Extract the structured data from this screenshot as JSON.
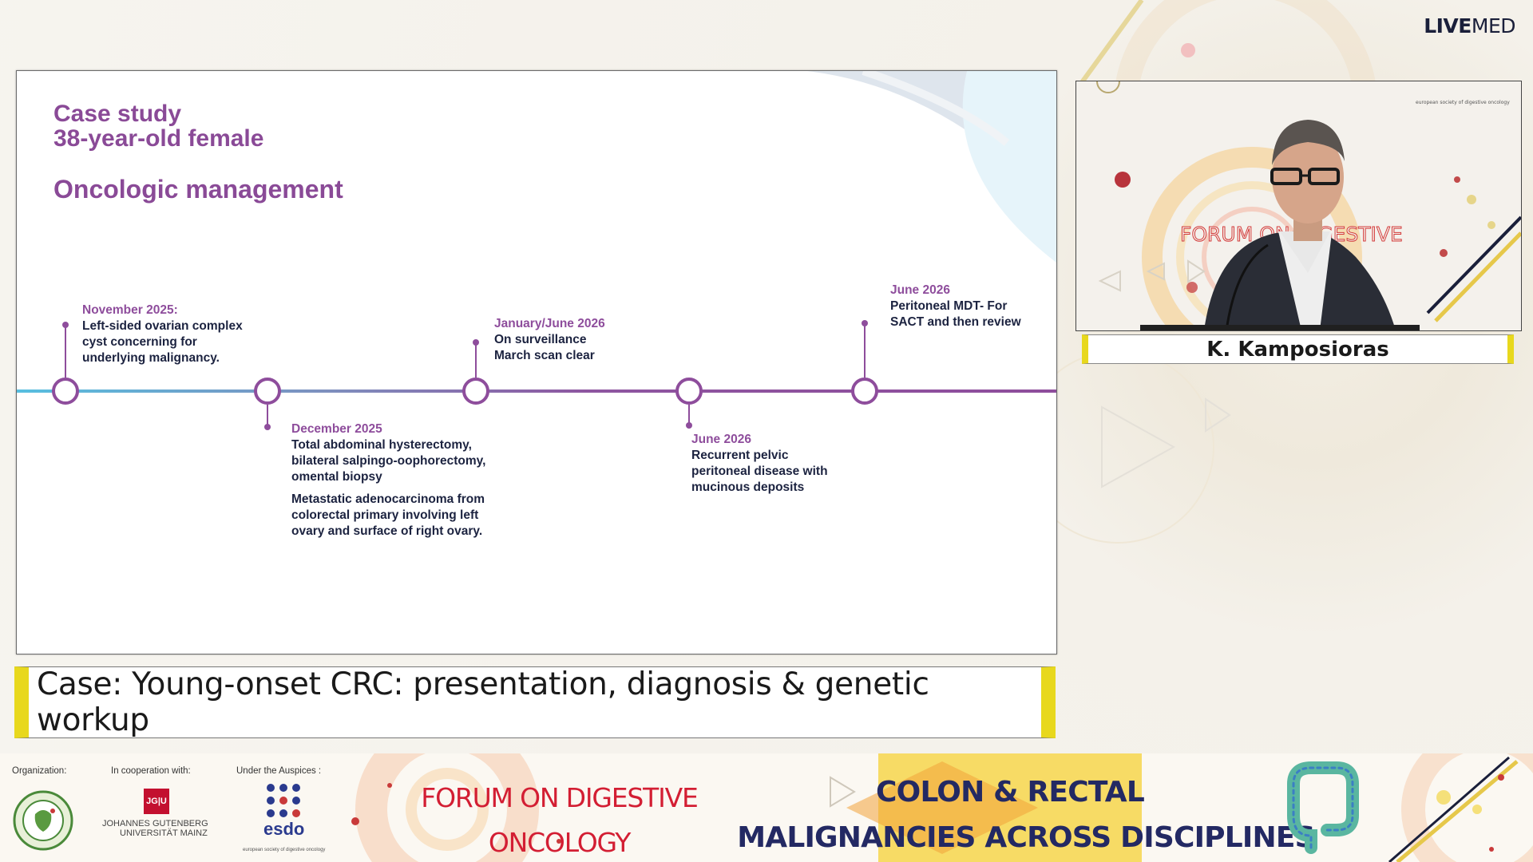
{
  "brand": {
    "bold": "LIVE",
    "normal": "MED"
  },
  "slide": {
    "title_line1": "Case study",
    "title_line2": "38-year-old female",
    "section": "Oncologic management",
    "events": [
      {
        "date": "November 2025:",
        "lines": [
          "Left-sided ovarian complex",
          "cyst  concerning for",
          "underlying malignancy."
        ]
      },
      {
        "date": "December 2025",
        "lines": [
          "Total abdominal hysterectomy,",
          "bilateral salpingo-oophorectomy,",
          "omental biopsy"
        ],
        "lines2": [
          "Metastatic adenocarcinoma from",
          "colorectal primary involving left",
          "ovary  and surface of right ovary."
        ]
      },
      {
        "date": "January/June 2026",
        "lines": [
          "On surveillance",
          "March scan clear"
        ]
      },
      {
        "date": "June 2026",
        "lines": [
          "Recurrent pelvic",
          "peritoneal disease with",
          "mucinous deposits"
        ]
      },
      {
        "date": "June 2026",
        "lines": [
          "Peritoneal MDT- For",
          "SACT and then review"
        ]
      }
    ]
  },
  "caption": "Case: Young-onset CRC: presentation, diagnosis & genetic workup",
  "speaker": {
    "name": "K. Kamposioras",
    "backdrop_text": "FORUM ON DIGESTIVE",
    "backdrop_small": "european society of digestive oncology"
  },
  "footer": {
    "organization_label": "Organization:",
    "cooperation_label": "In cooperation with:",
    "auspices_label": "Under the Auspices :",
    "jgu_mark": "JG|U",
    "jgu_name1": "JOHANNES GUTENBERG",
    "jgu_name2": "UNIVERSITÄT MAINZ",
    "esdo_mark": "esdo",
    "esdo_sub": "european society of digestive oncology",
    "forum_line1": "FORUM ON DIGESTIVE",
    "forum_line2": "ONCOLOGY",
    "colon_line1": "COLON & RECTAL",
    "colon_line2": "MALIGNANCIES ACROSS DISCIPLINES"
  },
  "colors": {
    "accent_purple": "#8e4d9c",
    "timeline_start": "#57bfe0",
    "caption_yellow": "#e8d81d",
    "forum_red": "#d31e33",
    "navy": "#232963"
  },
  "icons": [
    "colon-illustration-icon",
    "esdo-dots-icon",
    "seal-logo-icon"
  ]
}
